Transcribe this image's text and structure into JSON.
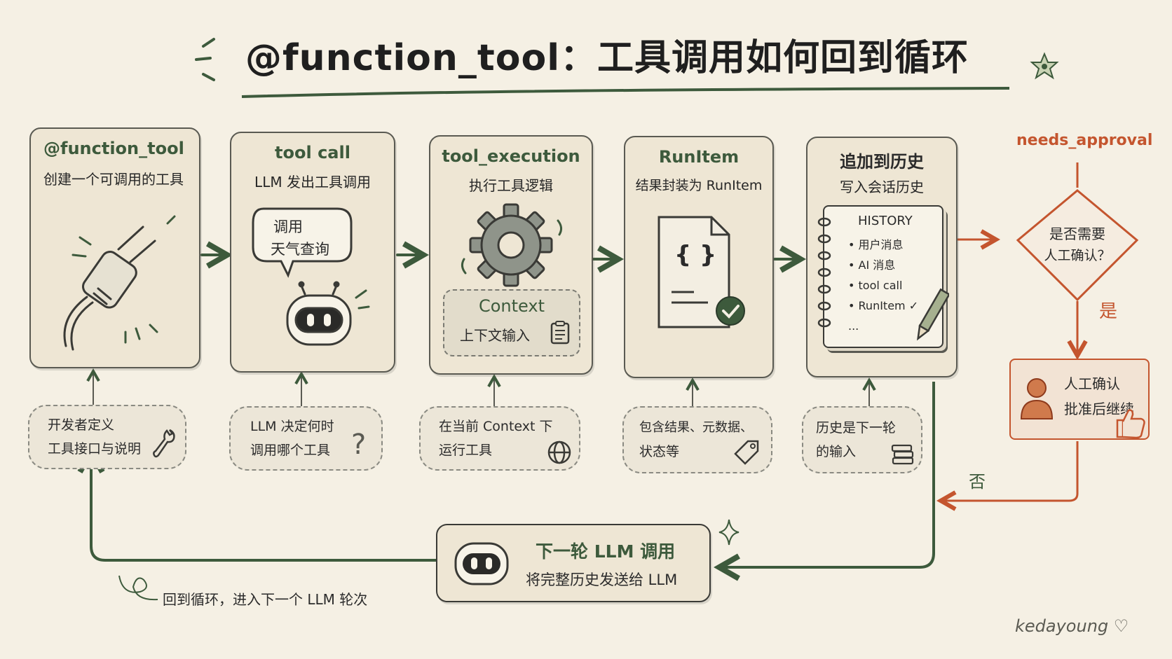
{
  "title": "@function_tool：工具调用如何回到循环",
  "steps": [
    {
      "title": "@function_tool",
      "subtitle": "创建一个可调用的工具"
    },
    {
      "title": "tool call",
      "subtitle": "LLM 发出工具调用",
      "bubble_line1": "调用",
      "bubble_line2": "天气查询"
    },
    {
      "title": "tool_execution",
      "subtitle": "执行工具逻辑",
      "context_title": "Context",
      "context_sub": "上下文输入"
    },
    {
      "title": "RunItem",
      "subtitle": "结果封装为 RunItem",
      "doc_glyph": "{ }"
    },
    {
      "title": "追加到历史",
      "subtitle": "写入会话历史",
      "history_title": "HISTORY",
      "history_items": [
        "• 用户消息",
        "• AI 消息",
        "• tool call",
        "• RunItem ✓",
        "..."
      ]
    }
  ],
  "notes": [
    {
      "line1": "开发者定义",
      "line2": "工具接口与说明"
    },
    {
      "line1": "LLM 决定何时",
      "line2": "调用哪个工具"
    },
    {
      "line1": "在当前 Context 下",
      "line2": "运行工具"
    },
    {
      "line1": "包含结果、元数据、",
      "line2": "状态等"
    },
    {
      "line1": "历史是下一轮",
      "line2": "的输入"
    }
  ],
  "approval": {
    "label": "needs_approval",
    "question_line1": "是否需要",
    "question_line2": "人工确认？",
    "yes": "是",
    "no": "否",
    "card_line1": "人工确认",
    "card_line2": "批准后继续"
  },
  "next_round": {
    "title": "下一轮 LLM 调用",
    "subtitle": "将完整历史发送给 LLM"
  },
  "loop_note": "回到循环，进入下一个 LLM 轮次",
  "signature": "kedayoung ♡",
  "colors": {
    "green": "#3d5a3c",
    "red": "#c4552e",
    "ink": "#5a5a52",
    "paper": "#f5f0e4"
  },
  "icons": [
    "plug-icon",
    "chat-bubble-icon",
    "robot-icon",
    "gear-icon",
    "clipboard-icon",
    "document-icon",
    "check-badge-icon",
    "notebook-icon",
    "pencil-icon",
    "wrench-icon",
    "question-icon",
    "globe-icon",
    "tag-icon",
    "stack-icon",
    "person-icon",
    "thumbs-up-icon",
    "sparkle-icon"
  ]
}
